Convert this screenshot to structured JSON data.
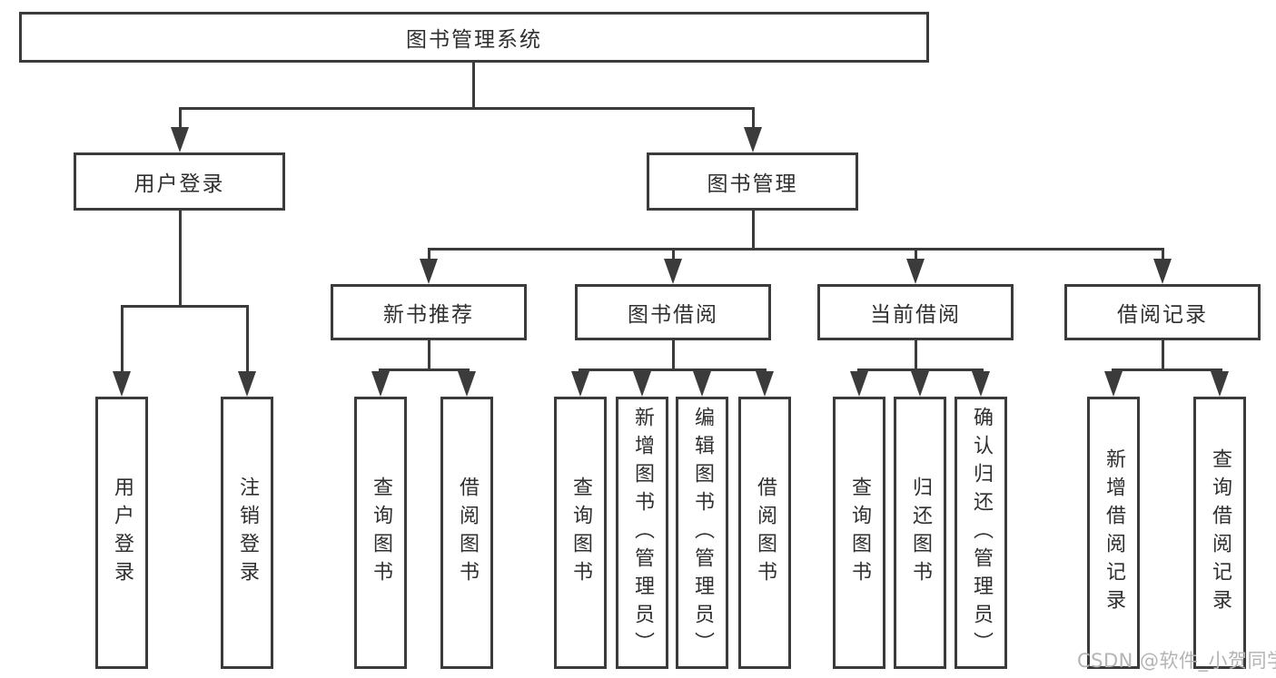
{
  "tree": {
    "label": "图书管理系统",
    "children": [
      {
        "label": "用户登录",
        "children": [
          {
            "label": "用户登录"
          },
          {
            "label": "注销登录"
          }
        ]
      },
      {
        "label": "图书管理",
        "children": [
          {
            "label": "新书推荐",
            "children": [
              {
                "label": "查询图书"
              },
              {
                "label": "借阅图书"
              }
            ]
          },
          {
            "label": "图书借阅",
            "children": [
              {
                "label": "查询图书"
              },
              {
                "label": "新增图书（管理员）"
              },
              {
                "label": "编辑图书（管理员）"
              },
              {
                "label": "借阅图书"
              }
            ]
          },
          {
            "label": "当前借阅",
            "children": [
              {
                "label": "查询图书"
              },
              {
                "label": "归还图书"
              },
              {
                "label": "确认归还（管理员）"
              }
            ]
          },
          {
            "label": "借阅记录",
            "children": [
              {
                "label": "新增借阅记录"
              },
              {
                "label": "查询借阅记录"
              }
            ]
          }
        ]
      }
    ]
  },
  "watermark": {
    "text": "CSDN @软件_小贺同学"
  },
  "colors": {
    "line": "#3b3b3b",
    "box_border": "#3b3b3b",
    "text": "#2f2f2f",
    "background": "#ffffff",
    "watermark": "#b4b4b4"
  }
}
